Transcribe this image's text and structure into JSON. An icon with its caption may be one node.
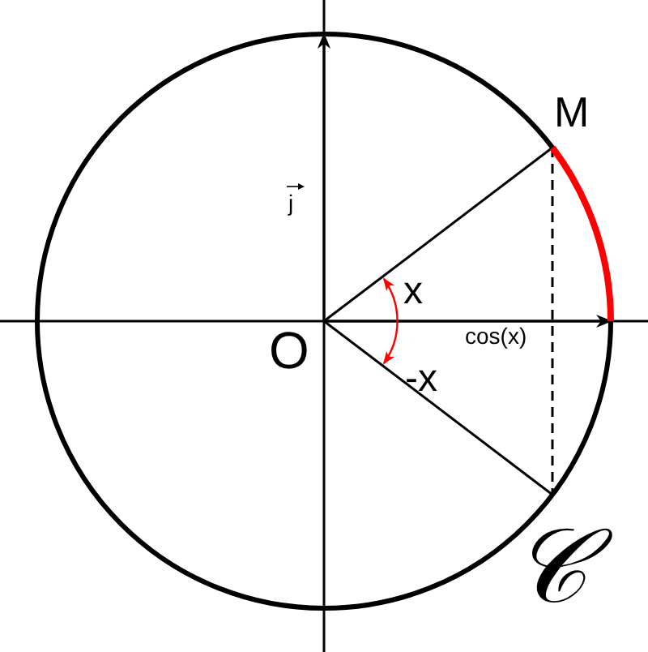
{
  "diagram": {
    "labels": [
      "M",
      "j",
      "x",
      "O",
      "-x",
      "cos(x)",
      "𝒞"
    ]
  }
}
